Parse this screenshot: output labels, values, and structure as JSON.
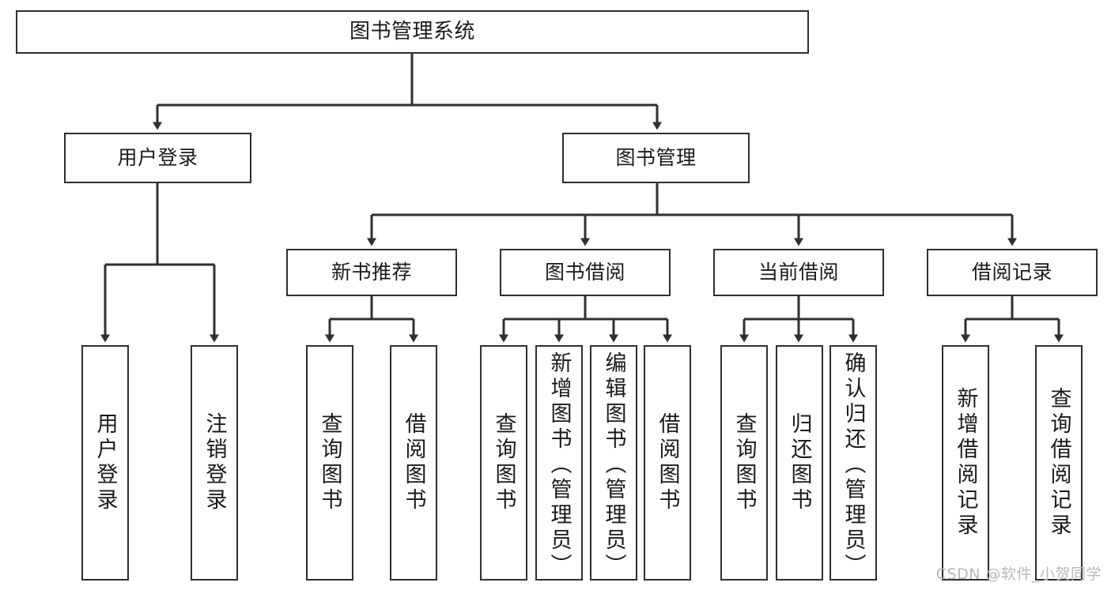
{
  "diagram": {
    "title": "图书管理系统",
    "type": "tree-hierarchy",
    "orientation": "top-down",
    "line_color": "#2f2f2f",
    "box_fill": "#ffffff",
    "text_color": "#1a1a1a"
  },
  "nodes": {
    "root": {
      "label": "图书管理系统"
    },
    "level2": [
      {
        "label": "用户登录"
      },
      {
        "label": "图书管理"
      }
    ],
    "level3": [
      {
        "label": "新书推荐"
      },
      {
        "label": "图书借阅"
      },
      {
        "label": "当前借阅"
      },
      {
        "label": "借阅记录"
      }
    ],
    "leaves": {
      "user_login": [
        {
          "label": "用户登录"
        },
        {
          "label": "注销登录"
        }
      ],
      "new_book": [
        {
          "label": "查询图书"
        },
        {
          "label": "借阅图书"
        }
      ],
      "book_borrow": [
        {
          "label": "查询图书"
        },
        {
          "label": "新增图书（管理员）"
        },
        {
          "label": "编辑图书（管理员）"
        },
        {
          "label": "借阅图书"
        }
      ],
      "current_borrow": [
        {
          "label": "查询图书"
        },
        {
          "label": "归还图书"
        },
        {
          "label": "确认归还（管理员）"
        }
      ],
      "borrow_record": [
        {
          "label": "新增借阅记录"
        },
        {
          "label": "查询借阅记录"
        }
      ]
    }
  },
  "watermark": {
    "text": "CSDN @软件_小贺同学",
    "color": "#b9b9b9"
  }
}
